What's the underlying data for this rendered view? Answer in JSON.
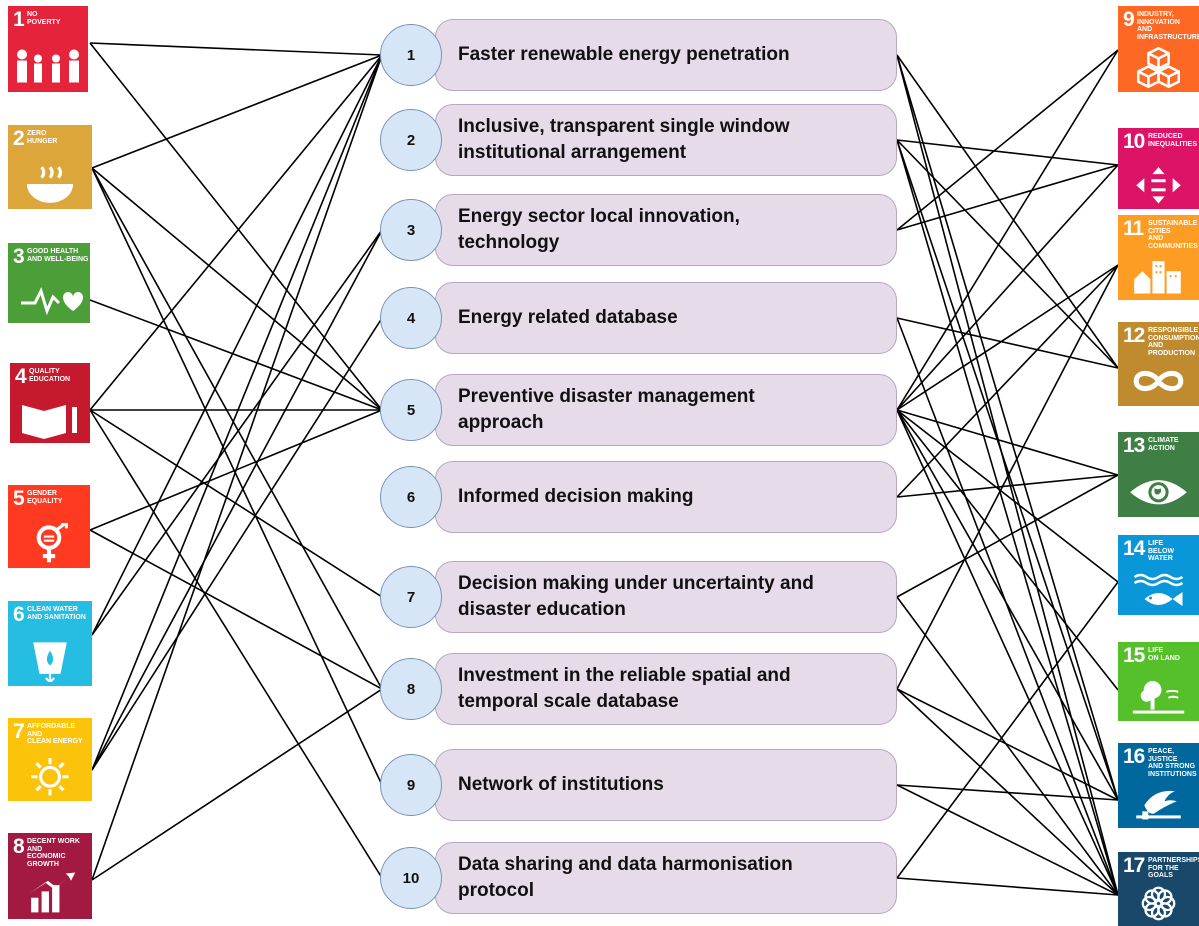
{
  "recommendations": [
    {
      "num": "1",
      "label": "Faster renewable energy penetration"
    },
    {
      "num": "2",
      "label": "Inclusive, transparent single window\ninstitutional arrangement"
    },
    {
      "num": "3",
      "label": "Energy sector local innovation,\ntechnology"
    },
    {
      "num": "4",
      "label": "Energy related database"
    },
    {
      "num": "5",
      "label": "Preventive disaster management\napproach"
    },
    {
      "num": "6",
      "label": "Informed decision making"
    },
    {
      "num": "7",
      "label": "Decision making under uncertainty and\ndisaster education"
    },
    {
      "num": "8",
      "label": "Investment in the reliable spatial and\ntemporal scale database"
    },
    {
      "num": "9",
      "label": "Network of institutions"
    },
    {
      "num": "10",
      "label": "Data sharing and data harmonisation\nprotocol"
    }
  ],
  "sdgs_left": [
    {
      "num": "1",
      "title": "No\npoverty",
      "color": "#e5243b",
      "icon": "family-icon"
    },
    {
      "num": "2",
      "title": "Zero\nhunger",
      "color": "#dda63a",
      "icon": "bowl-icon"
    },
    {
      "num": "3",
      "title": "Good health\nand well-being",
      "color": "#4c9f38",
      "icon": "heartbeat-icon"
    },
    {
      "num": "4",
      "title": "Quality\neducation",
      "color": "#c5192d",
      "icon": "book-icon"
    },
    {
      "num": "5",
      "title": "Gender\nequality",
      "color": "#ff3a21",
      "icon": "gender-icon"
    },
    {
      "num": "6",
      "title": "Clean water\nand sanitation",
      "color": "#26bde2",
      "icon": "water-drop-icon"
    },
    {
      "num": "7",
      "title": "Affordable and\nclean energy",
      "color": "#fcc30b",
      "icon": "sun-icon"
    },
    {
      "num": "8",
      "title": "Decent work and\neconomic growth",
      "color": "#a21942",
      "icon": "growth-chart-icon"
    }
  ],
  "sdgs_right": [
    {
      "num": "9",
      "title": "Industry, innovation\nand infrastructure",
      "color": "#fd6925",
      "icon": "cubes-icon"
    },
    {
      "num": "10",
      "title": "Reduced\ninequalities",
      "color": "#dd1367",
      "icon": "equality-icon"
    },
    {
      "num": "11",
      "title": "Sustainable cities\nand communities",
      "color": "#fd9d24",
      "icon": "city-icon"
    },
    {
      "num": "12",
      "title": "Responsible\nconsumption\nand production",
      "color": "#bf8b2e",
      "icon": "infinity-icon"
    },
    {
      "num": "13",
      "title": "Climate\naction",
      "color": "#3f7e44",
      "icon": "eye-globe-icon"
    },
    {
      "num": "14",
      "title": "Life\nbelow water",
      "color": "#0a97d9",
      "icon": "fish-icon"
    },
    {
      "num": "15",
      "title": "Life\non land",
      "color": "#56c02b",
      "icon": "tree-icon"
    },
    {
      "num": "16",
      "title": "Peace, justice\nand strong\ninstitutions",
      "color": "#00689d",
      "icon": "dove-icon"
    },
    {
      "num": "17",
      "title": "Partnerships\nfor the goals",
      "color": "#19486a",
      "icon": "flower-icon"
    }
  ],
  "links_left": [
    {
      "sdg": "1",
      "to": [
        "1",
        "5"
      ]
    },
    {
      "sdg": "2",
      "to": [
        "1",
        "5",
        "8",
        "9"
      ]
    },
    {
      "sdg": "3",
      "to": [
        "5"
      ]
    },
    {
      "sdg": "4",
      "to": [
        "1",
        "5",
        "7",
        "10"
      ]
    },
    {
      "sdg": "5",
      "to": [
        "5",
        "8"
      ]
    },
    {
      "sdg": "6",
      "to": [
        "1",
        "3"
      ]
    },
    {
      "sdg": "7",
      "to": [
        "1",
        "3",
        "4"
      ]
    },
    {
      "sdg": "8",
      "to": [
        "1",
        "8"
      ]
    }
  ],
  "links_right": [
    {
      "rec": "1",
      "to": [
        "12",
        "16",
        "17"
      ]
    },
    {
      "rec": "2",
      "to": [
        "10",
        "12",
        "16",
        "17"
      ]
    },
    {
      "rec": "3",
      "to": [
        "9",
        "10"
      ]
    },
    {
      "rec": "4",
      "to": [
        "12",
        "17"
      ]
    },
    {
      "rec": "5",
      "to": [
        "9",
        "10",
        "11",
        "13",
        "14",
        "15",
        "16",
        "17"
      ]
    },
    {
      "rec": "6",
      "to": [
        "11",
        "13"
      ]
    },
    {
      "rec": "7",
      "to": [
        "13",
        "17"
      ]
    },
    {
      "rec": "8",
      "to": [
        "11",
        "16",
        "17"
      ]
    },
    {
      "rec": "9",
      "to": [
        "16",
        "17"
      ]
    },
    {
      "rec": "10",
      "to": [
        "14",
        "17"
      ]
    }
  ]
}
